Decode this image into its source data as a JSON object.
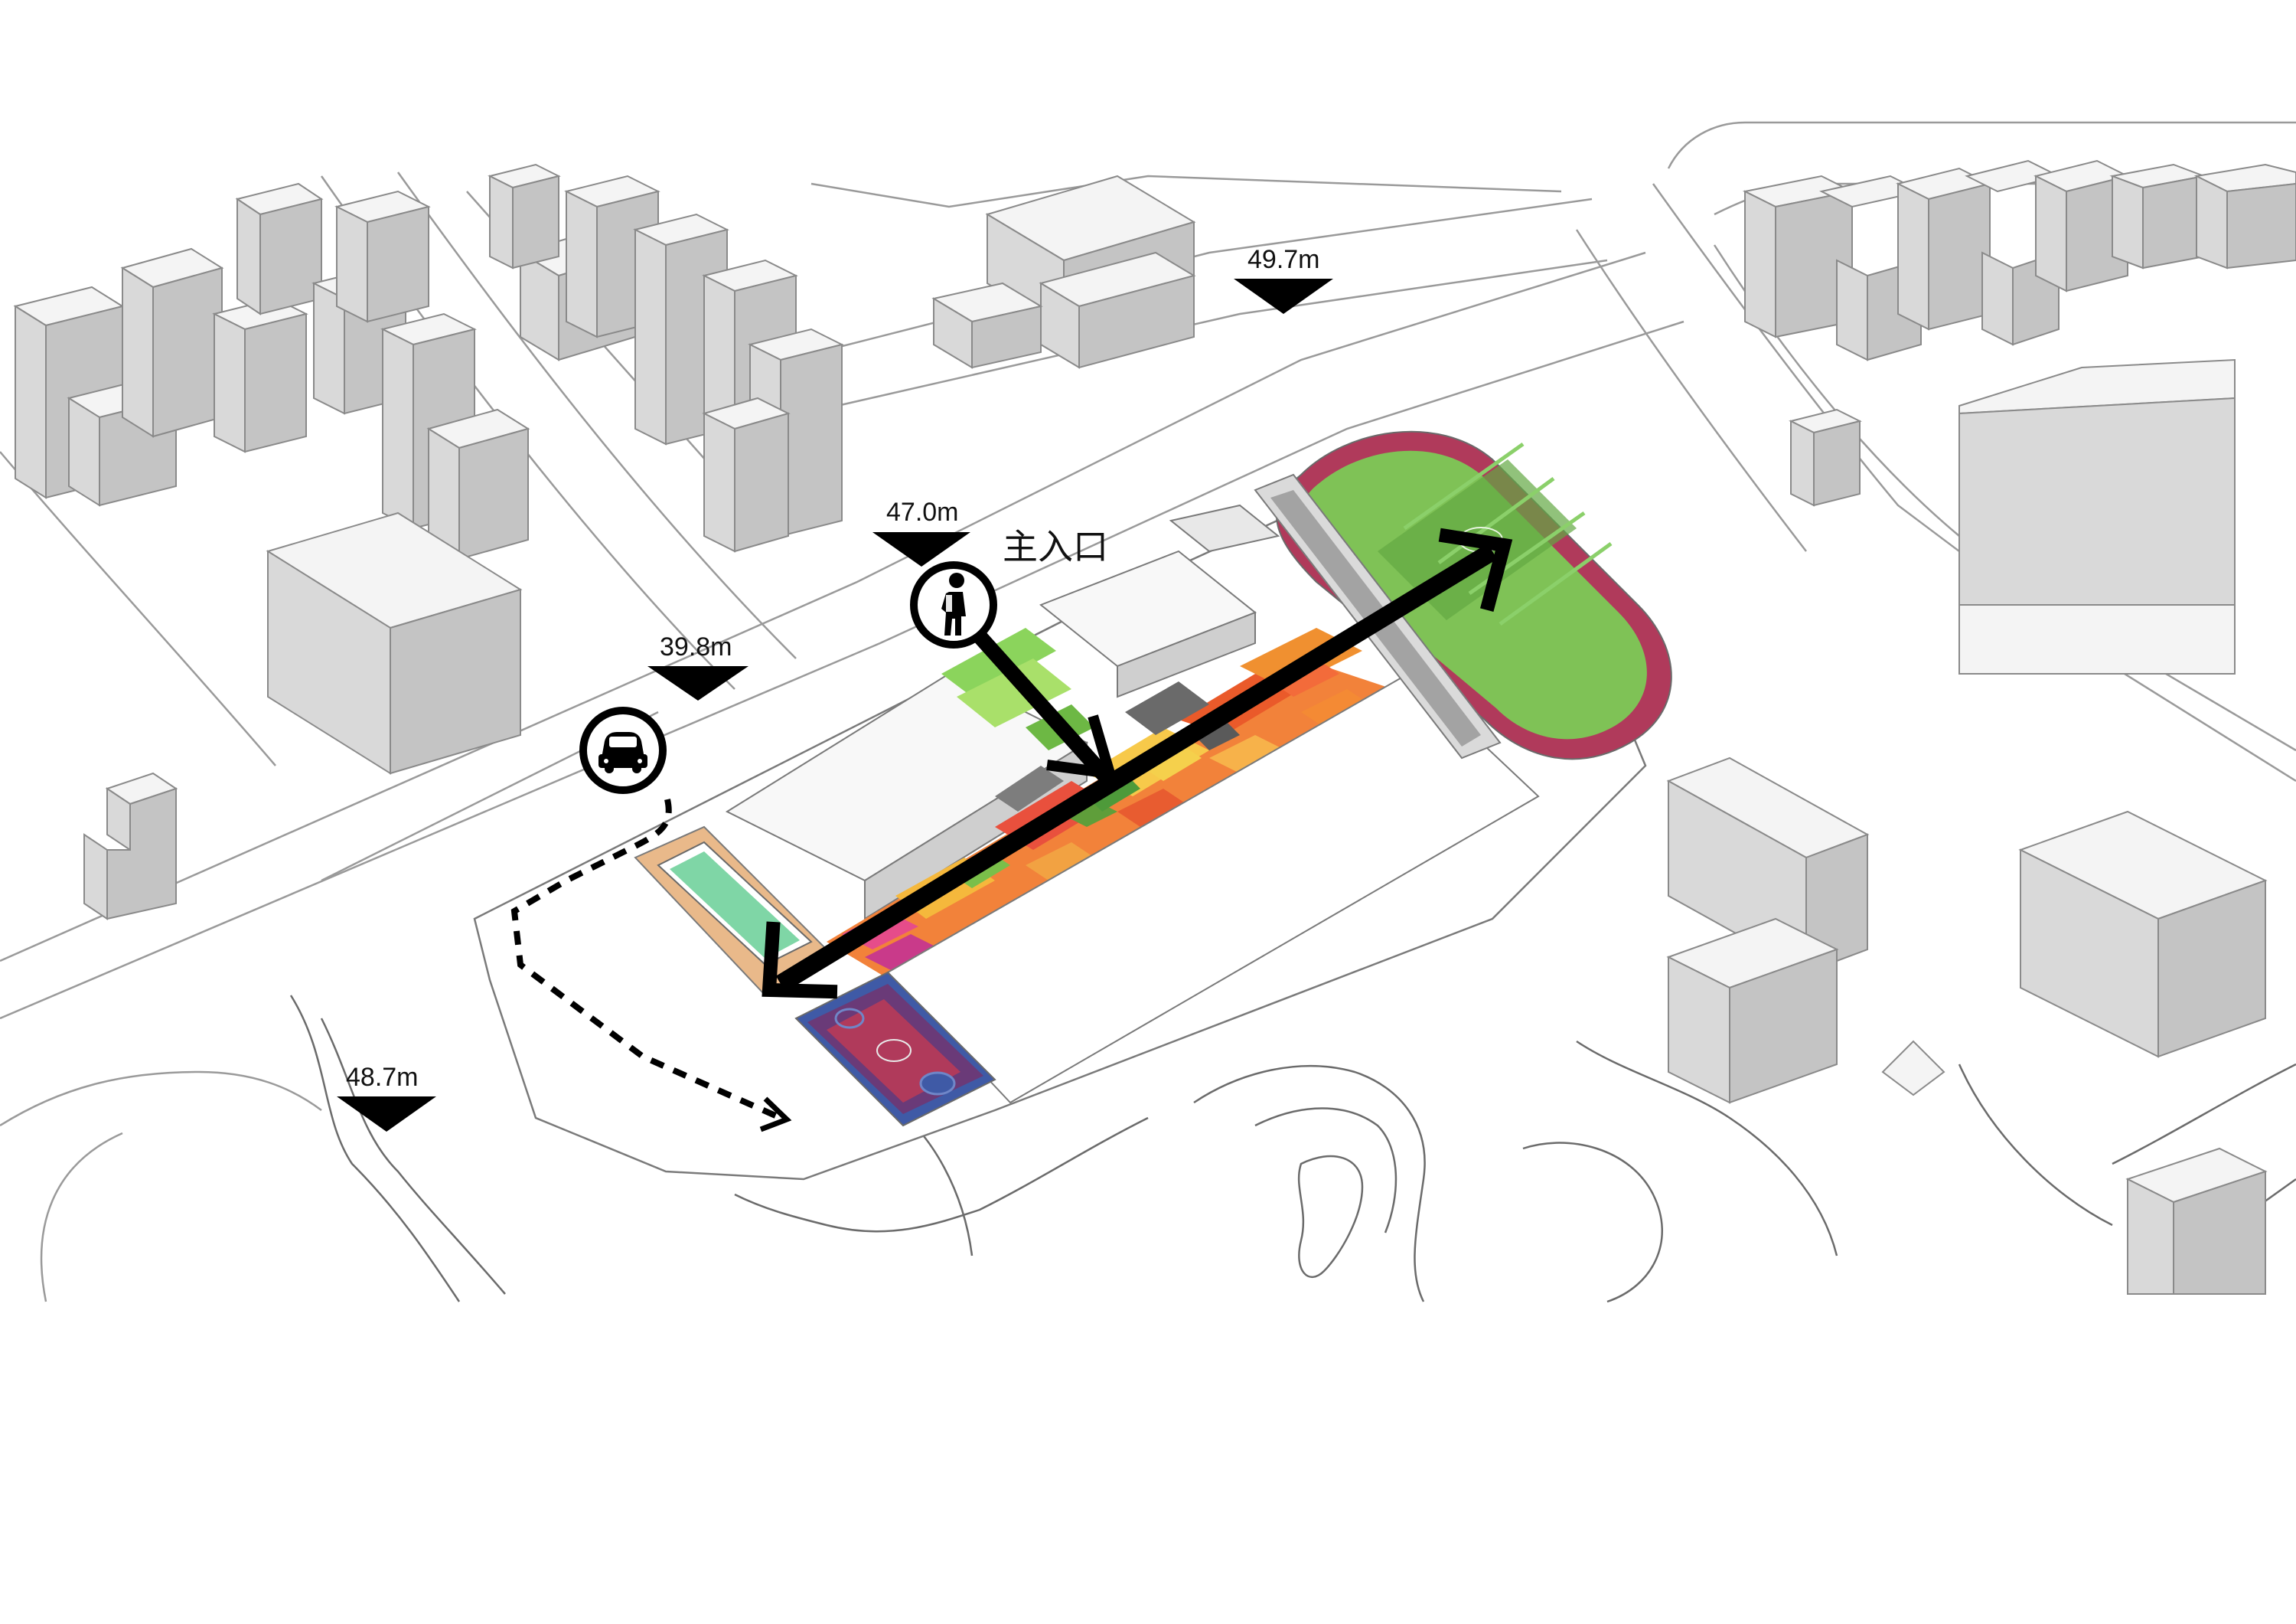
{
  "labels": {
    "main_entrance": "主入口"
  },
  "elevations": [
    {
      "id": "elev-49-7",
      "text": "49.7m"
    },
    {
      "id": "elev-47-0",
      "text": "47.0m"
    },
    {
      "id": "elev-39-8",
      "text": "39.8m"
    },
    {
      "id": "elev-48-7",
      "text": "48.7m"
    }
  ],
  "icons": {
    "pedestrian": "pedestrian-icon",
    "car": "car-icon",
    "elevation_marker": "triangle-down-icon"
  },
  "colors": {
    "field_green": "#7fc256",
    "track_red": "#b03a5b",
    "pool_blue": "#7fd6a6",
    "court_purple": "#6a3a78",
    "court_border": "#3f5aa6",
    "deck_tan": "#e9b98a",
    "arrow_black": "#000000"
  }
}
